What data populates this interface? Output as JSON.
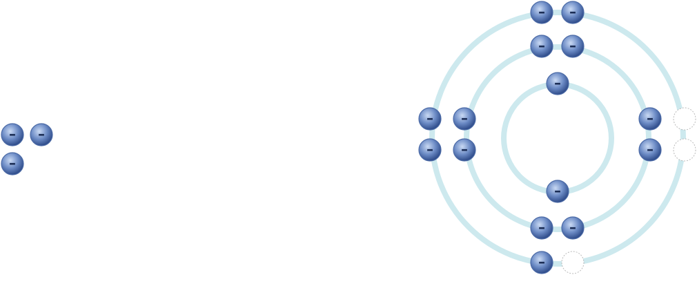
{
  "palette": {
    "orbit": "#cde9ee",
    "electron_light": "#c9d9f3",
    "electron_mid": "#6d8cc6",
    "electron_dark": "#2f4c8a",
    "electron_outline": "#4b6aa6",
    "sign": "#1b2d55",
    "empty_slot_stroke": "#b8b8b8"
  },
  "electron_symbol": "–",
  "loose_electrons": {
    "count": 3
  },
  "atom": {
    "shells": [
      {
        "name": "inner-shell",
        "electrons": 2,
        "empty_slots": 0
      },
      {
        "name": "middle-shell",
        "electrons": 8,
        "empty_slots": 0
      },
      {
        "name": "outer-shell",
        "electrons": 5,
        "empty_slots": 3
      }
    ]
  }
}
